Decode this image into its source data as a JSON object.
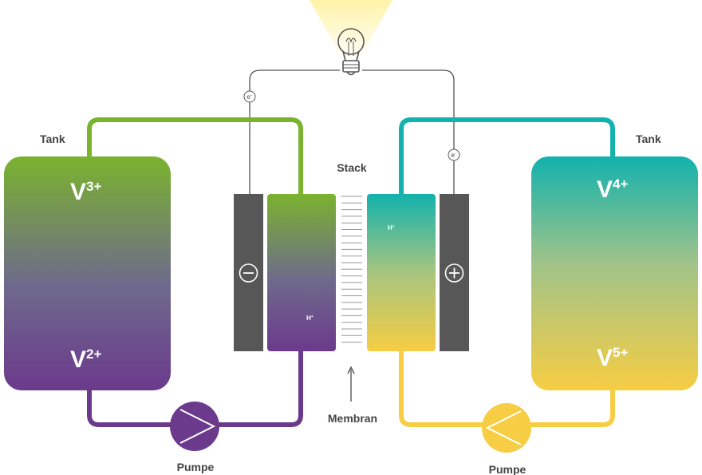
{
  "labels": {
    "tank_left": "Tank",
    "tank_right": "Tank",
    "stack": "Stack",
    "membrane": "Membran",
    "pump_left": "Pumpe",
    "pump_right": "Pumpe"
  },
  "ions": {
    "left_top": {
      "base": "V",
      "charge": "3+"
    },
    "left_bottom": {
      "base": "V",
      "charge": "2+"
    },
    "right_top": {
      "base": "V",
      "charge": "4+"
    },
    "right_bottom": {
      "base": "V",
      "charge": "5+"
    }
  },
  "electron": {
    "base": "e",
    "charge": "−"
  },
  "proton": {
    "base": "H",
    "charge": "+"
  },
  "electrode_signs": {
    "negative": "−",
    "positive": "+"
  },
  "colors": {
    "green": "#7ab32e",
    "purple": "#6b3a8c",
    "teal": "#12b2ad",
    "yellow": "#f6cd43",
    "electrode": "#575757",
    "wire": "#555555",
    "text": "#444444"
  },
  "icons": [
    "light-bulb-icon",
    "pump-icon",
    "minus-circle-icon",
    "plus-circle-icon",
    "electron-icon",
    "arrow-up-icon"
  ]
}
